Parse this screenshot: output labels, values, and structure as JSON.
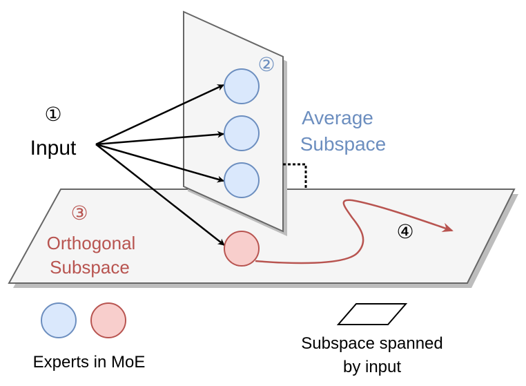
{
  "labels": {
    "step1": "①",
    "input": "Input",
    "step2": "②",
    "average_line1": "Average",
    "average_line2": "Subspace",
    "step3": "③",
    "orthogonal_line1": "Orthogonal",
    "orthogonal_line2": "Subspace",
    "step4": "④"
  },
  "legend": {
    "experts": "Experts in MoE",
    "subspace_line1": "Subspace spanned",
    "subspace_line2": "by input"
  },
  "colors": {
    "blue_text": "#6c8ebf",
    "blue_fill": "#dae8fc",
    "blue_stroke": "#6c8ebf",
    "red_text": "#b85450",
    "red_fill": "#f8cecc",
    "red_stroke": "#b85450",
    "plane_fill": "#f5f5f5",
    "plane_stroke": "#666666",
    "shadow": "#bdbdbd"
  }
}
